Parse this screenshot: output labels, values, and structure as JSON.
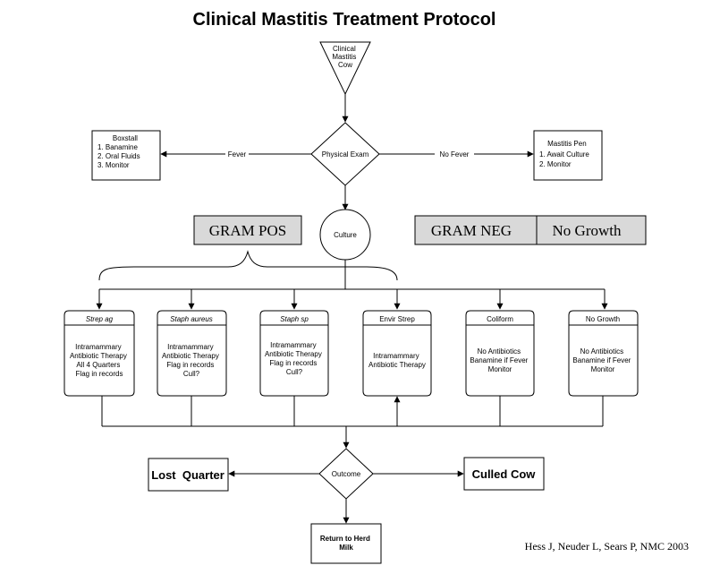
{
  "title": "Clinical Mastitis Treatment Protocol",
  "start": {
    "lines": [
      "Clinical",
      "Mastitis",
      "Cow"
    ]
  },
  "physical_exam": "Physical Exam",
  "fever_label": "Fever",
  "no_fever_label": "No Fever",
  "boxstall": {
    "title": "Boxstall",
    "items": [
      "1. Banamine",
      "2. Oral Fluids",
      "3. Monitor"
    ]
  },
  "mastitis_pen": {
    "title": "Mastitis Pen",
    "items": [
      "1. Await Culture",
      "2. Monitor"
    ]
  },
  "culture": "Culture",
  "gram_pos": "GRAM POS",
  "gram_neg": "GRAM NEG",
  "no_growth_header": "No Growth",
  "pathogens": [
    {
      "name": "Strep ag",
      "italic": true,
      "lines": [
        "Intramammary",
        "Antibiotic Therapy",
        "All 4 Quarters",
        "Flag in records"
      ]
    },
    {
      "name": "Staph aureus",
      "italic": true,
      "lines": [
        "Intramammary",
        "Antibiotic Therapy",
        "Flag in records",
        "Cull?"
      ]
    },
    {
      "name": "Staph sp",
      "italic": true,
      "lines": [
        "Intramammary",
        "Antibiotic Therapy",
        "Flag in records",
        "Cull?"
      ]
    },
    {
      "name": "Envir Strep",
      "italic": false,
      "lines": [
        "Intramammary",
        "Antibiotic Therapy"
      ]
    },
    {
      "name": "Coliform",
      "italic": false,
      "lines": [
        "No Antibiotics",
        "Banamine if Fever",
        "Monitor"
      ]
    },
    {
      "name": "No Growth",
      "italic": false,
      "lines": [
        "No Antibiotics",
        "Banamine if Fever",
        "Monitor"
      ]
    }
  ],
  "outcome": "Outcome",
  "lost_quarter": "Lost  Quarter",
  "culled_cow": "Culled Cow",
  "return_herd": [
    "Return to Herd",
    "Milk"
  ],
  "citation": "Hess J, Neuder L, Sears P, NMC 2003"
}
